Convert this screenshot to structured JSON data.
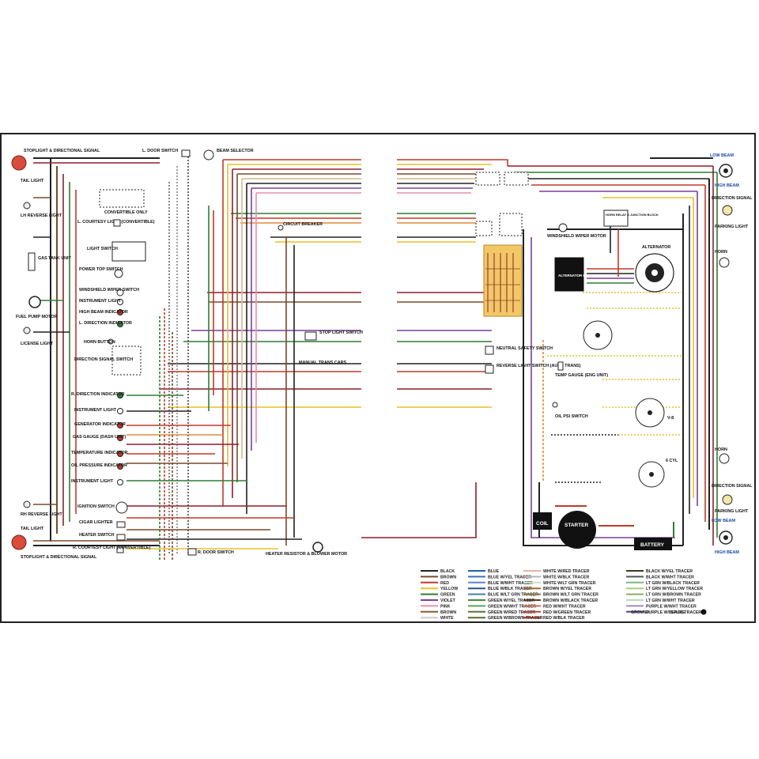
{
  "left_labels": {
    "stoplight_top": "STOPLIGHT & DIRECTIONAL SIGNAL",
    "tail_top": "TAIL LIGHT",
    "lh_reverse": "LH REVERSE LIGHT",
    "gas_tank": "GAS TANK UNIT",
    "fuel_pump_motor": "FUEL PUMP MOTOR",
    "license": "LICENSE LIGHT",
    "l_door_switch": "L. DOOR SWITCH",
    "beam_selector": "BEAM SELECTOR",
    "convertible_only": "CONVERTIBLE ONLY",
    "l_courtesy": "L. COURTESY LIGHT (CONVERTIBLE)",
    "circuit_breaker": "CIRCUIT BREAKER",
    "light_switch": "LIGHT SWITCH",
    "power_top": "POWER TOP SWITCH",
    "wiper_switch": "WINDSHIELD WIPER SWITCH",
    "instrument_light_1": "INSTRUMENT LIGHT",
    "high_beam": "HIGH BEAM INDICATOR",
    "l_direction": "L. DIRECTION INDICATOR",
    "horn_button": "HORN BUTTON",
    "direction_switch": "DIRECTION SIGNAL SWITCH",
    "stop_light_switch": "STOP LIGHT SWITCH",
    "manual_trans": "MANUAL TRANS CARS",
    "r_direction": "R. DIRECTION INDICATOR",
    "instrument_light_2": "INSTRUMENT LIGHT",
    "generator": "GENERATOR INDICATOR",
    "gas_gauge": "GAS GAUGE (DASH UNIT)",
    "temperature": "TEMPERATURE INDICATOR",
    "oil_pressure": "OIL PRESSURE INDICATOR",
    "instrument_light_3": "INSTRUMENT LIGHT",
    "ignition": "IGNITION SWITCH",
    "cigar": "CIGAR LIGHTER",
    "heater_switch": "HEATER SWITCH",
    "r_courtesy": "R. COURTESY LIGHT (CONVERTIBLE)",
    "r_door": "R. DOOR SWITCH",
    "heater_resistor": "HEATER RESISTOR & BLOWER MOTOR",
    "rh_reverse": "RH REVERSE LIGHT",
    "tail_bottom": "TAIL LIGHT",
    "stoplight_bottom": "STOPLIGHT & DIRECTIONAL SIGNAL"
  },
  "right_labels": {
    "low_beam_top": "LOW BEAM",
    "high_beam_top": "HIGH BEAM",
    "direction_signal_top": "DIRECTION SIGNAL",
    "parking_light_top": "PARKING LIGHT",
    "horn_top": "HORN",
    "wiper_motor": "WINDSHIELD WIPER MOTOR",
    "horn_relay": "HORN RELAY & JUNCTION BLOCK",
    "alternator": "ALTERNATOR",
    "regulator": "ALTERNATOR REGULATOR",
    "neutral_safety": "NEUTRAL SAFETY SWITCH",
    "reverse_switch": "REVERSE LIGHT SWITCH (AUTO TRANS)",
    "temp_gauge": "TEMP GAUGE (ENG UNIT)",
    "oil_psi": "OIL PSI SWITCH",
    "v8": "V-8",
    "six_cyl": "6 CYL",
    "coil": "COIL",
    "starter": "STARTER",
    "battery": "BATTERY",
    "horn_bottom": "HORN",
    "direction_signal_bottom": "DIRECTION SIGNAL",
    "parking_light_bottom": "PARKING LIGHT",
    "low_beam_bottom": "LOW BEAM",
    "high_beam_bottom": "HIGH BEAM"
  },
  "legend": {
    "columns": [
      [
        {
          "label": "BLACK",
          "color": "#222222"
        },
        {
          "label": "BROWN",
          "color": "#7a4a2a"
        },
        {
          "label": "RED",
          "color": "#c0392b"
        },
        {
          "label": "YELLOW",
          "color": "#e6c229"
        },
        {
          "label": "GREEN",
          "color": "#2e7d32"
        },
        {
          "label": "VIOLET",
          "color": "#7b3f98"
        },
        {
          "label": "PINK",
          "color": "#e58fb0"
        },
        {
          "label": "BROWN",
          "color": "#8b5a2b"
        },
        {
          "label": "WHITE",
          "color": "#cccccc"
        }
      ],
      [
        {
          "label": "BLUE",
          "color": "#1f5fb4"
        },
        {
          "label": "BLUE W/YEL TRACER",
          "color": "#3a6fc0"
        },
        {
          "label": "BLUE W/WHT TRACER",
          "color": "#5a86cc"
        },
        {
          "label": "BLUE W/BLK TRACER",
          "color": "#2b4f8f"
        },
        {
          "label": "BLUE W/LT GRN TRACER",
          "color": "#3d7fae"
        },
        {
          "label": "GREEN W/YEL TRACER",
          "color": "#3f8f3a"
        },
        {
          "label": "GREEN W/WHT TRACER",
          "color": "#5aa35a"
        },
        {
          "label": "GREEN W/RED TRACER",
          "color": "#4d7a33"
        },
        {
          "label": "GREEN W/BROWN TRACER",
          "color": "#546b2f"
        }
      ],
      [
        {
          "label": "WHITE W/RED TRACER",
          "color": "#e8b0a8"
        },
        {
          "label": "WHITE W/BLK TRACER",
          "color": "#b5b5b5"
        },
        {
          "label": "WHITE W/LT GRN TRACER",
          "color": "#c9dfc4"
        },
        {
          "label": "BROWN W/YEL TRACER",
          "color": "#9a6b33"
        },
        {
          "label": "BROWN W/LT GRN TRACER",
          "color": "#8a7a45"
        },
        {
          "label": "BROWN W/BLACK TRACER",
          "color": "#5e3b22"
        },
        {
          "label": "RED W/WHT TRACER",
          "color": "#d66a5c"
        },
        {
          "label": "RED W/GREEN TRACER",
          "color": "#b84a3a"
        },
        {
          "label": "RED W/BLK TRACER",
          "color": "#9e2a22"
        }
      ],
      [
        {
          "label": "BLACK W/YEL TRACER",
          "color": "#3a3a22"
        },
        {
          "label": "BLACK W/WHT TRACER",
          "color": "#555555"
        },
        {
          "label": "LT GRN W/BLACK TRACER",
          "color": "#7fb77e"
        },
        {
          "label": "LT GRN W/YELLOW TRACER",
          "color": "#a8cf7a"
        },
        {
          "label": "LT GRN W/BROWN TRACER",
          "color": "#8fa86a"
        },
        {
          "label": "LT GRN W/WHT TRACER",
          "color": "#b5dcb5"
        },
        {
          "label": "PURPLE W/WHT TRACER",
          "color": "#a48abf"
        },
        {
          "label": "PURPLE W/BLACK TRACER",
          "color": "#5e3a7a"
        }
      ]
    ],
    "ground_label": "GROUND",
    "splice_label": "SPLICE"
  },
  "wire_colors": {
    "black": "#222222",
    "brown": "#7a4a2a",
    "red": "#c0392b",
    "yellow": "#e6c229",
    "green": "#2e7d32",
    "violet": "#7b3f98",
    "pink": "#e58fb0",
    "orange": "#e08a3c",
    "tan": "#d9b98a",
    "blue": "#1f5fb4",
    "maroon": "#8e1f2f",
    "gray": "#888888"
  }
}
